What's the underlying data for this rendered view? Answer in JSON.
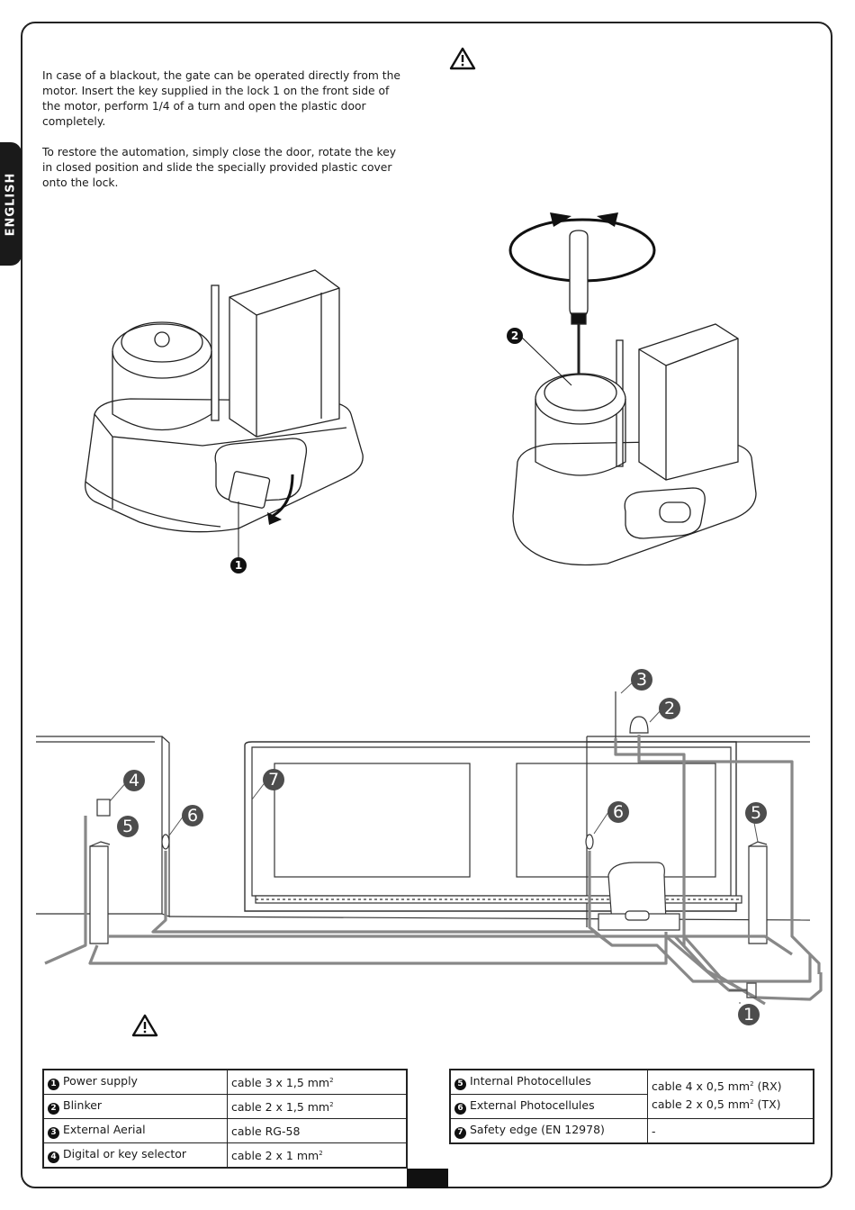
{
  "language_tab": "ENGLISH",
  "intro": {
    "paragraph_1": "In case of a blackout, the gate can be operated directly from the motor. Insert the key supplied in the lock 1 on the front side of the motor, perform 1/4 of a turn and open the plastic door completely.",
    "paragraph_2": "To restore the automation, simply close the door, rotate the key in closed position and slide the specially provided plastic cover onto the lock."
  },
  "figure_callouts": {
    "motor_lock": "1",
    "motor_screw": "2"
  },
  "installation_callouts": [
    "1",
    "2",
    "3",
    "4",
    "5",
    "6",
    "7"
  ],
  "table_left": [
    {
      "num": "1",
      "item": "Power supply",
      "cable": "cable 3 x 1,5 mm",
      "sup": "2"
    },
    {
      "num": "2",
      "item": "Blinker",
      "cable": "cable 2 x 1,5 mm",
      "sup": "2"
    },
    {
      "num": "3",
      "item": "External Aerial",
      "cable": "cable RG-58",
      "sup": ""
    },
    {
      "num": "4",
      "item": "Digital or key selector",
      "cable": "cable 2 x 1 mm",
      "sup": "2"
    }
  ],
  "table_right": [
    {
      "num": "5",
      "item": "Internal Photocellules"
    },
    {
      "num": "6",
      "item": "External Photocellules"
    },
    {
      "num": "7",
      "item": "Safety edge (EN 12978)",
      "cable": "-"
    }
  ],
  "table_right_shared_cable": {
    "line1": "cable 4 x 0,5 mm",
    "line1_suffix": " (RX)",
    "line2": "cable 2 x 0,5 mm",
    "line2_suffix": " (TX)",
    "sup": "2"
  }
}
